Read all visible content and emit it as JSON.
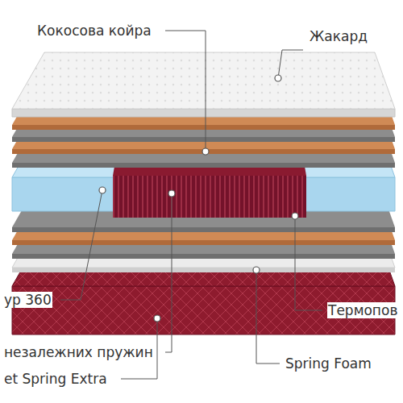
{
  "diagram": {
    "labels": [
      "Кокосова койра",
      "Жакард",
      "ур 360",
      "Термопов",
      "незалежних пружин",
      "Spring Foam",
      "et Spring Extra"
    ]
  }
}
